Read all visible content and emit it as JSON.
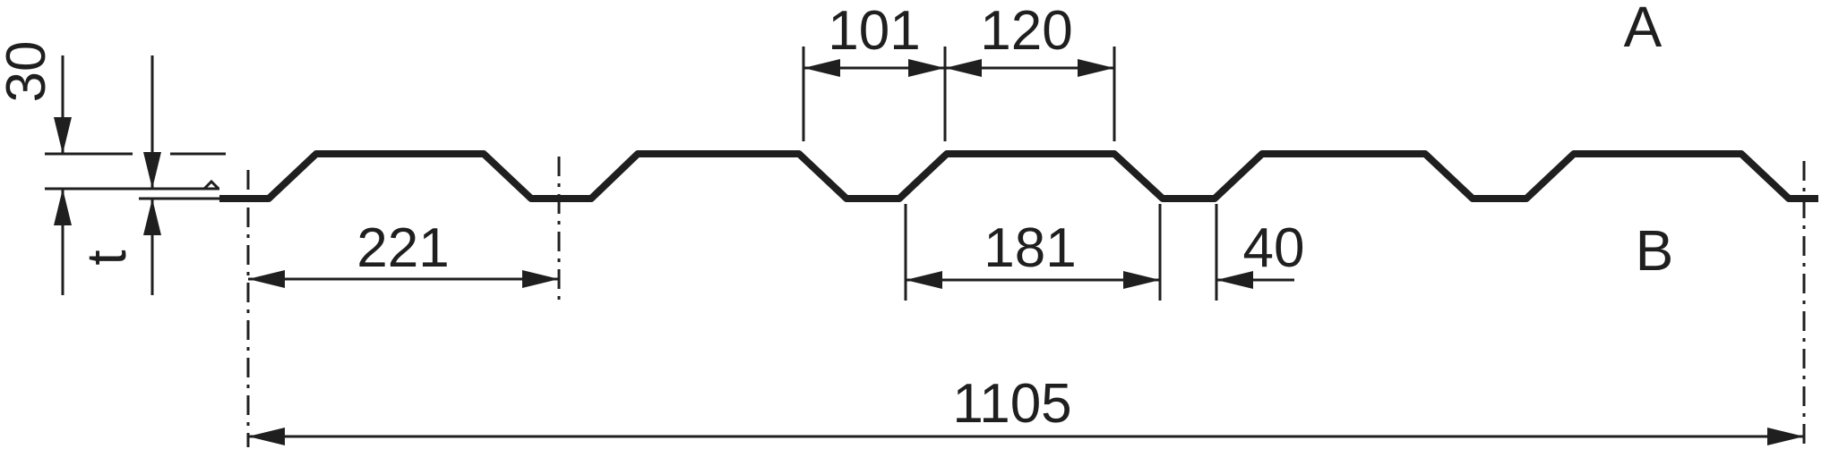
{
  "figure": {
    "face_labels": {
      "top": "A",
      "bottom": "B"
    },
    "dimensions": {
      "profile_height": "30",
      "thickness": "t",
      "rib_pitch": "221",
      "rib_bottom": "101",
      "rib_top": "120",
      "valley_width": "181",
      "flat_valley": "40",
      "cover_width": "1105"
    }
  },
  "colors": {
    "line": "#1f1f1f",
    "background": "#ffffff"
  }
}
